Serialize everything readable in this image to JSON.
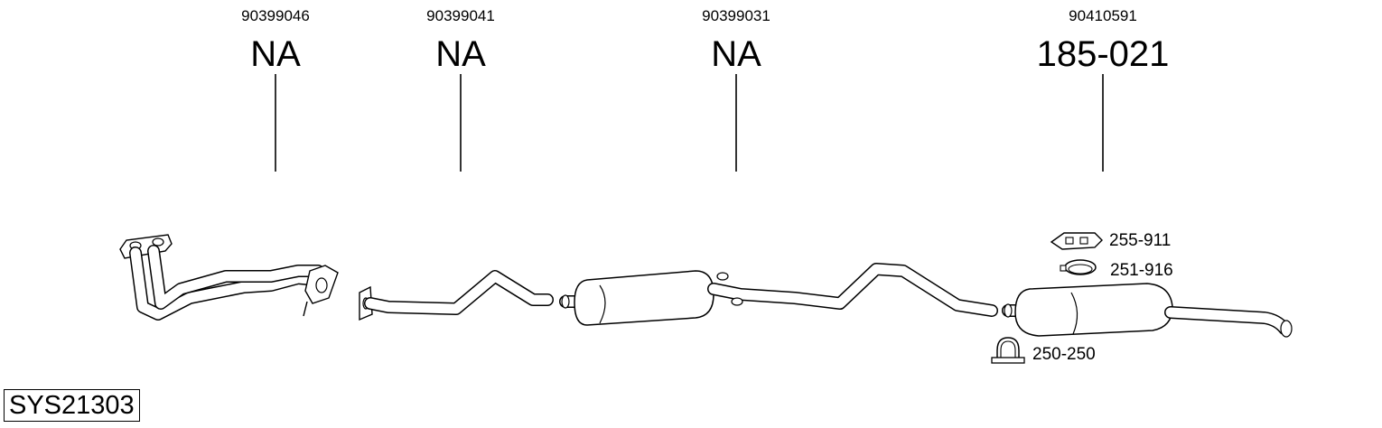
{
  "columns": [
    {
      "oem": "90399046",
      "part": "NA"
    },
    {
      "oem": "90399041",
      "part": "NA"
    },
    {
      "oem": "90399031",
      "part": "NA"
    },
    {
      "oem": "90410591",
      "part": "185-021"
    }
  ],
  "accessories": [
    {
      "code": "255-911"
    },
    {
      "code": "251-916"
    },
    {
      "code": "250-250"
    }
  ],
  "system_code": "SYS21303"
}
